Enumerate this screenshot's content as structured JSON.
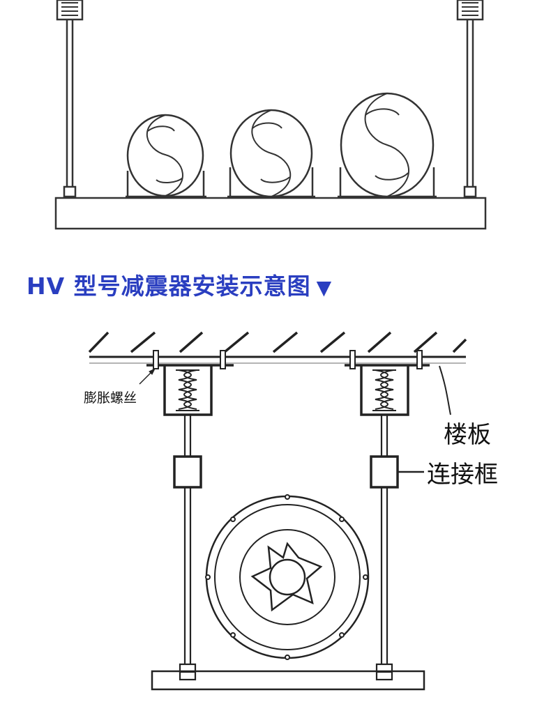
{
  "title": {
    "text": "HV 型号减震器安装示意图",
    "marker": "▼",
    "color": "#2a3ec0"
  },
  "labels": {
    "expansion_bolt": "膨胀螺丝",
    "floor_slab": "楼板",
    "connecting_frame": "连接框"
  }
}
